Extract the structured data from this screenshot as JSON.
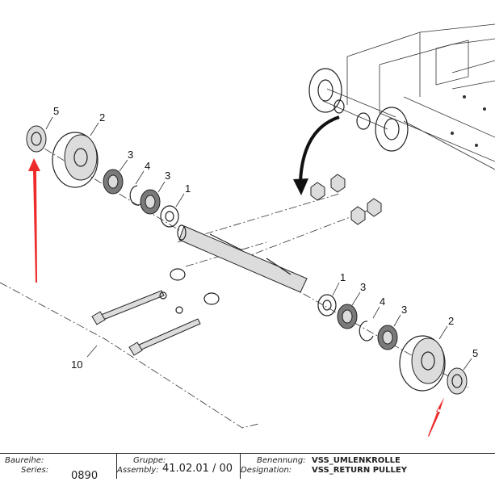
{
  "callouts": {
    "left": {
      "p5": "5",
      "p2": "2",
      "p3a": "3",
      "p4": "4",
      "p3b": "3",
      "p1": "1"
    },
    "right": {
      "p1": "1",
      "p3a": "3",
      "p4": "4",
      "p3b": "3",
      "p2": "2",
      "p5": "5"
    },
    "p10": "10"
  },
  "titleblock": {
    "baureihe_label": "Baureihe:",
    "series_label": "Series:",
    "series_value": "0890",
    "gruppe_label": "Gruppe:",
    "assembly_label": "Assembly:",
    "assembly_value": "41.02.01 / 00",
    "benennung_label": "Benennung:",
    "benennung_value": "VSS_UMLENKROLLE",
    "designation_label": "Designation:",
    "designation_value": "VSS_RETURN PULLEY"
  },
  "colors": {
    "highlight_arrow": "#ee2a2a"
  }
}
